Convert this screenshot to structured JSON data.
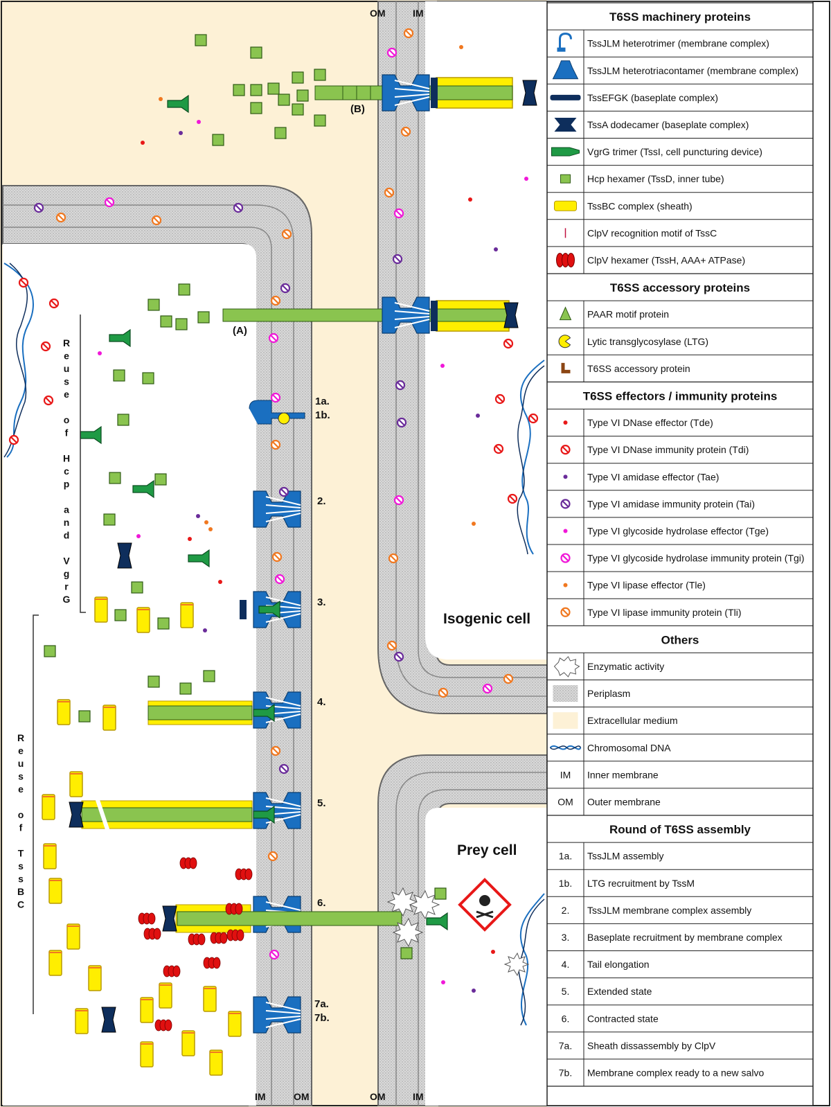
{
  "panel_labels": {
    "a": "(A)",
    "b": "(B)",
    "step_1a": "1a.",
    "step_1b": "1b.",
    "step_2": "2.",
    "step_3": "3.",
    "step_4": "4.",
    "step_5": "5.",
    "step_6": "6.",
    "step_7a": "7a.",
    "step_7b": "7b."
  },
  "cells": {
    "isogenic": "Isogenic cell",
    "prey": "Prey cell"
  },
  "membranes": {
    "im": "IM",
    "om": "OM"
  },
  "side_notes": {
    "reuse_hcp_vgrg": [
      "R",
      "e",
      "u",
      "s",
      "e",
      "",
      "o",
      "f",
      "",
      "H",
      "c",
      "p",
      "",
      "a",
      "n",
      "d",
      "",
      "V",
      "g",
      "r",
      "G"
    ],
    "reuse_tssbc": [
      "R",
      "e",
      "u",
      "s",
      "e",
      "",
      "o",
      "f",
      "",
      "T",
      "s",
      "s",
      "B",
      "C"
    ]
  },
  "legend": {
    "sections": [
      {
        "title": "T6SS machinery proteins",
        "items": [
          {
            "icon": "tssjlm-trimer-icon",
            "label": "TssJLM heterotrimer (membrane complex)"
          },
          {
            "icon": "tssjlm-triacontamer-icon",
            "label": "TssJLM heterotriacontamer (membrane complex)"
          },
          {
            "icon": "tssefgk-icon",
            "label": "TssEFGK (baseplate complex)"
          },
          {
            "icon": "tssa-icon",
            "label": "TssA dodecamer (baseplate complex)"
          },
          {
            "icon": "vgrg-icon",
            "label": "VgrG trimer (TssI, cell puncturing device)"
          },
          {
            "icon": "hcp-icon",
            "label": "Hcp hexamer (TssD, inner tube)"
          },
          {
            "icon": "tssbc-icon",
            "label": "TssBC complex (sheath)"
          },
          {
            "icon": "clpv-motif-icon",
            "label": "ClpV recognition motif of TssC"
          },
          {
            "icon": "clpv-hexamer-icon",
            "label": "ClpV hexamer (TssH, AAA+ ATPase)"
          }
        ]
      },
      {
        "title": "T6SS accessory proteins",
        "items": [
          {
            "icon": "paar-icon",
            "label": "PAAR motif protein"
          },
          {
            "icon": "ltg-icon",
            "label": "Lytic transglycosylase (LTG)"
          },
          {
            "icon": "accessory-icon",
            "label": "T6SS accessory protein"
          }
        ]
      },
      {
        "title": "T6SS effectors / immunity proteins",
        "items": [
          {
            "icon": "tde-icon",
            "label": "Type VI DNase effector (Tde)"
          },
          {
            "icon": "tdi-icon",
            "label": "Type VI DNase immunity protein (Tdi)"
          },
          {
            "icon": "tae-icon",
            "label": "Type VI amidase effector (Tae)"
          },
          {
            "icon": "tai-icon",
            "label": "Type VI amidase immunity protein (Tai)"
          },
          {
            "icon": "tge-icon",
            "label": "Type VI glycoside hydrolase effector (Tge)"
          },
          {
            "icon": "tgi-icon",
            "label": "Type VI glycoside hydrolase immunity protein (Tgi)"
          },
          {
            "icon": "tle-icon",
            "label": "Type VI lipase effector (Tle)"
          },
          {
            "icon": "tli-icon",
            "label": "Type VI lipase immunity protein (Tli)"
          }
        ]
      },
      {
        "title": "Others",
        "items": [
          {
            "icon": "enzymatic-activity-icon",
            "label": "Enzymatic activity"
          },
          {
            "icon": "periplasm-icon",
            "label": "Periplasm"
          },
          {
            "icon": "extracellular-icon",
            "label": "Extracellular medium"
          },
          {
            "icon": "dna-icon",
            "label": "Chromosomal DNA"
          },
          {
            "key": "IM",
            "label": "Inner membrane"
          },
          {
            "key": "OM",
            "label": "Outer membrane"
          }
        ]
      },
      {
        "title": "Round of T6SS assembly",
        "items": [
          {
            "key": "1a.",
            "label": "TssJLM assembly"
          },
          {
            "key": "1b.",
            "label": "LTG recruitment by TssM"
          },
          {
            "key": "2.",
            "label": "TssJLM membrane complex assembly"
          },
          {
            "key": "3.",
            "label": "Baseplate recruitment by membrane complex"
          },
          {
            "key": "4.",
            "label": "Tail elongation"
          },
          {
            "key": "5.",
            "label": "Extended state"
          },
          {
            "key": "6.",
            "label": "Contracted state"
          },
          {
            "key": "7a.",
            "label": "Sheath dissassembly by ClpV"
          },
          {
            "key": "7b.",
            "label": "Membrane complex ready to a new salvo"
          }
        ]
      }
    ]
  },
  "colors": {
    "extracellular": "#fdf1d6",
    "membrane_blue": "#1a6fc0",
    "baseplate_navy": "#0e2e5c",
    "hcp_green": "#8ac44f",
    "vgrg_green": "#1f9a45",
    "sheath_yellow": "#ffee00",
    "clpv_red": "#e01010",
    "dnase_red": "#e81818",
    "amidase_purple": "#6a2c9a",
    "glyco_magenta": "#f018d8",
    "lipase_orange": "#f07820"
  }
}
